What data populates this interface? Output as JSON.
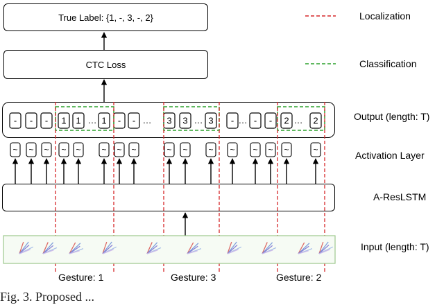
{
  "boxes": {
    "true_label": "True Label: {1, -, 3, -, 2}",
    "ctc_loss": "CTC Loss",
    "resnet": "A-ResLSTM"
  },
  "legend": {
    "localization": "Localization",
    "classification": "Classification",
    "localization_color": "#d62728",
    "classification_color": "#2ca02c"
  },
  "side_labels": {
    "output": "Output (length: T)",
    "activation": "Activation Layer",
    "input": "Input (length: T)"
  },
  "output_tokens": [
    "-",
    "-",
    "-",
    "1",
    "1",
    "…",
    "1",
    "-",
    "-",
    "…",
    "3",
    "3",
    "…",
    "3",
    "-",
    "…",
    "-",
    "-",
    "2",
    "…",
    "2"
  ],
  "activation_symbol": "~",
  "ellipsis": "…",
  "gestures": [
    "Gesture: 1",
    "Gesture: 3",
    "Gesture: 2"
  ],
  "caption": "Fig. 3. Proposed ..."
}
